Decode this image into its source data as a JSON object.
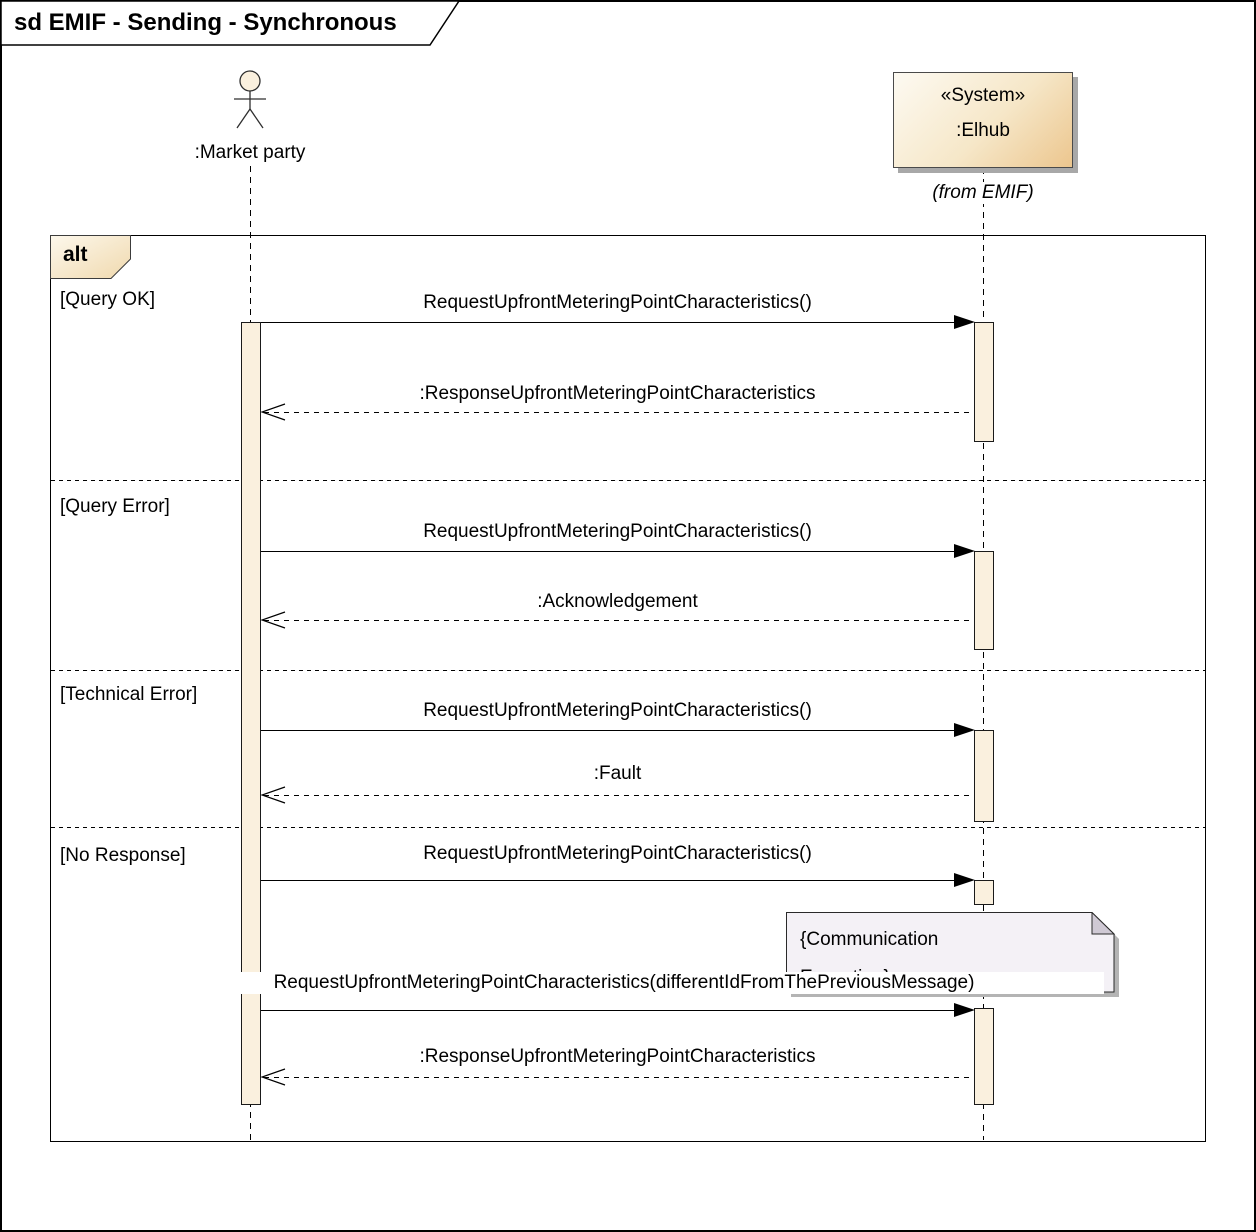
{
  "diagram": {
    "title": "sd EMIF - Sending - Synchronous",
    "operator": "alt"
  },
  "lifelines": {
    "market_party": {
      "label": ":Market party"
    },
    "elhub": {
      "stereotype": "«System»",
      "name": ":Elhub",
      "from": "(from EMIF)"
    }
  },
  "sections": [
    {
      "guard": "[Query OK]",
      "request": "RequestUpfrontMeteringPointCharacteristics()",
      "response": ":ResponseUpfrontMeteringPointCharacteristics"
    },
    {
      "guard": "[Query Error]",
      "request": "RequestUpfrontMeteringPointCharacteristics()",
      "response": ":Acknowledgement"
    },
    {
      "guard": "[Technical Error]",
      "request": "RequestUpfrontMeteringPointCharacteristics()",
      "response": ":Fault"
    },
    {
      "guard": "[No Response]",
      "request": "RequestUpfrontMeteringPointCharacteristics()",
      "note_line1": "{Communication",
      "note_line2": "Exception}",
      "retry_request": "RequestUpfrontMeteringPointCharacteristics(differentIdFromThePreviousMessage)",
      "response": ":ResponseUpfrontMeteringPointCharacteristics"
    }
  ],
  "colors": {
    "activation_fill": "#faf0de",
    "box_gradient_start": "#fdfaf2",
    "box_gradient_end": "#ecc68e",
    "note_fill": "#f4f1f6",
    "note_fold": "#cfc9d4",
    "shadow": "#a8a8a8"
  }
}
